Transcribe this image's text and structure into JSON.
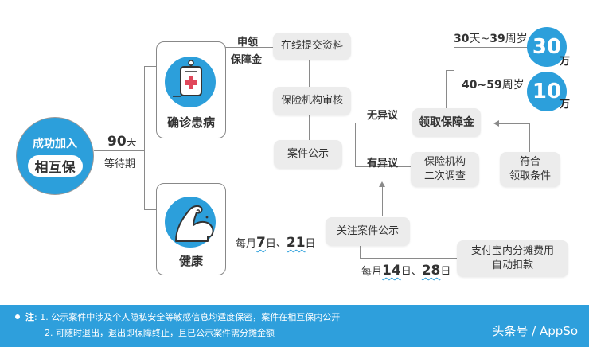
{
  "start": {
    "line1": "成功加入",
    "line2": "相互保"
  },
  "waiting": {
    "days": "90",
    "days_unit": "天",
    "label": "等待期"
  },
  "branches": {
    "diagnosed": {
      "label": "确诊患病",
      "icon": "medical-clipboard-icon"
    },
    "healthy": {
      "label": "健康",
      "icon": "flexed-arm-icon"
    }
  },
  "apply_label": {
    "line1": "申领",
    "line2": "保障金"
  },
  "steps": {
    "submit": "在线提交资料",
    "review": "保险机构审核",
    "publicize": "案件公示",
    "receive": "领取保障金",
    "investigate": {
      "line1": "保险机构",
      "line2": "二次调查"
    },
    "qualify": {
      "line1": "符合",
      "line2": "领取条件"
    },
    "watch": "关注案件公示",
    "deduct": {
      "line1": "支付宝内分摊费用",
      "line2": "自动扣款"
    }
  },
  "objection": {
    "none": "无异议",
    "has": "有异议"
  },
  "payouts": [
    {
      "age_range_prefix": "30",
      "age_range_mid": "天~",
      "age_range_num": "39",
      "age_range_suffix": "周岁",
      "amount": "30",
      "unit": "万"
    },
    {
      "age_range_prefix": "40~59",
      "age_range_mid": "",
      "age_range_num": "",
      "age_range_suffix": "周岁",
      "amount": "10",
      "unit": "万"
    }
  ],
  "schedule_publicize": {
    "prefix": "每月",
    "d1": "7",
    "u1": "日、",
    "d2": "21",
    "u2": "日"
  },
  "schedule_deduct": {
    "prefix": "每月",
    "d1": "14",
    "u1": "日、",
    "d2": "28",
    "u2": "日"
  },
  "footer": {
    "note_label": "注",
    "note_sep": ":",
    "note1": "1. 公示案件中涉及个人隐私安全等敏感信息均适度保密，案件在相互保内公开",
    "note2": "2. 可随时退出，退出即保障终止，且已公示案件需分摊金额",
    "watermark": "头条号 / AppSo"
  },
  "colors": {
    "accent": "#2c9fdb",
    "box": "#ececec",
    "line": "#8a8a8a",
    "cross": "#e0475a"
  }
}
